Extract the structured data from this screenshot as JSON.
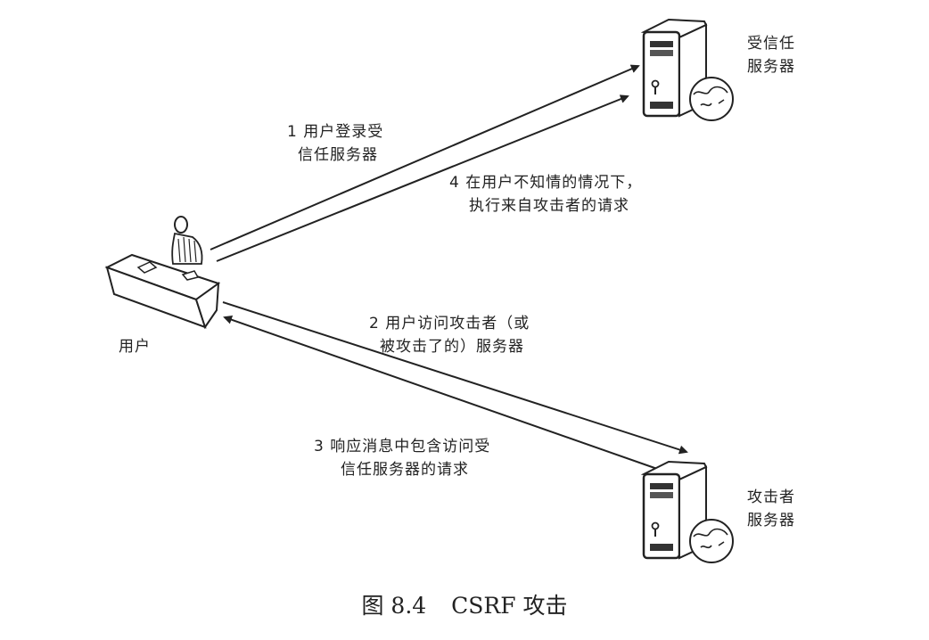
{
  "nodes": {
    "trusted_server": {
      "label_lines": [
        "受信任",
        "服务器"
      ],
      "icon": "server-icon"
    },
    "attacker_server": {
      "label_lines": [
        "攻击者",
        "服务器"
      ],
      "icon": "server-icon"
    },
    "user": {
      "label": "用户",
      "icon": "user-at-desk-icon"
    }
  },
  "steps": [
    {
      "num": "1",
      "lines": [
        "1  用户登录受",
        "信任服务器"
      ],
      "from": "user",
      "to": "trusted_server"
    },
    {
      "num": "2",
      "lines": [
        "2  用户访问攻击者（或",
        "被攻击了的）服务器"
      ],
      "from": "user",
      "to": "attacker_server"
    },
    {
      "num": "3",
      "lines": [
        "3  响应消息中包含访问受",
        "信任服务器的请求"
      ],
      "from": "attacker_server",
      "to": "user"
    },
    {
      "num": "4",
      "lines": [
        "4  在用户不知情的情况下，",
        "执行来自攻击者的请求"
      ],
      "from": "user",
      "to": "trusted_server"
    }
  ],
  "caption": {
    "figure": "图 8.4",
    "title": "CSRF 攻击"
  }
}
